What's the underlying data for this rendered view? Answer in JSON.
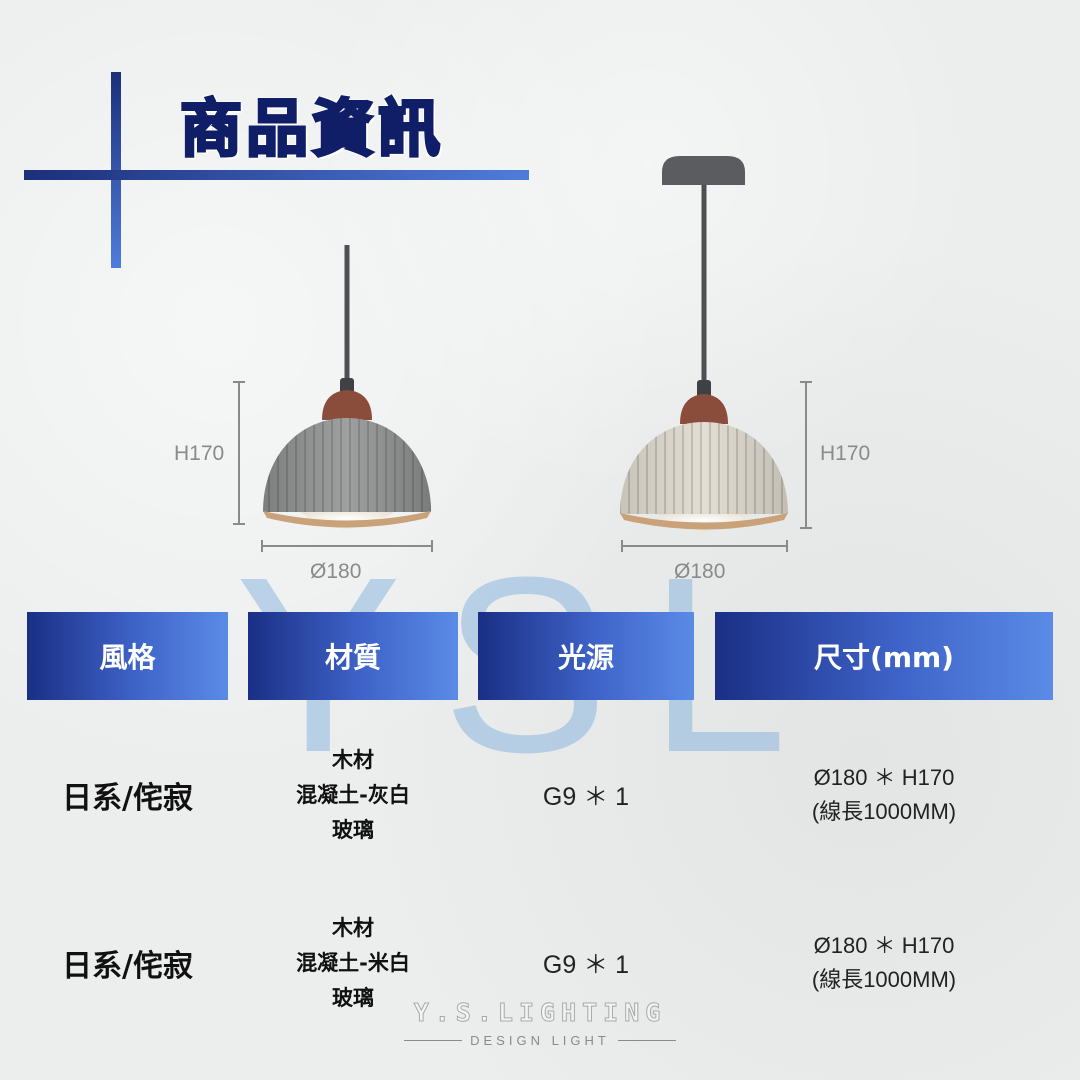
{
  "title": "商品資訊",
  "watermark": "YSL",
  "lamps": [
    {
      "height_label": "H170",
      "diameter_label": "Ø180"
    },
    {
      "height_label": "H170",
      "diameter_label": "Ø180"
    }
  ],
  "colors": {
    "accent_dark": "#1a2f85",
    "accent_light": "#5a8be6",
    "shade_grey": "#8f9090",
    "shade_beige": "#d6d2c8",
    "wood": "#8a4d3c"
  },
  "table": {
    "headers": [
      "風格",
      "材質",
      "光源",
      "尺寸(mm)"
    ],
    "rows": [
      {
        "style": "日系/侘寂",
        "material": [
          "木材",
          "混凝土-灰白",
          "玻璃"
        ],
        "light": "G9 ＊ 1",
        "size": [
          "Ø180 ＊ H170",
          "(線長1000MM)"
        ]
      },
      {
        "style": "日系/侘寂",
        "material": [
          "木材",
          "混凝土-米白",
          "玻璃"
        ],
        "light": "G9 ＊ 1",
        "size": [
          "Ø180 ＊ H170",
          "(線長1000MM)"
        ]
      }
    ]
  },
  "brand": {
    "name": "Y.S.LIGHTING",
    "tagline": "DESIGN LIGHT"
  }
}
